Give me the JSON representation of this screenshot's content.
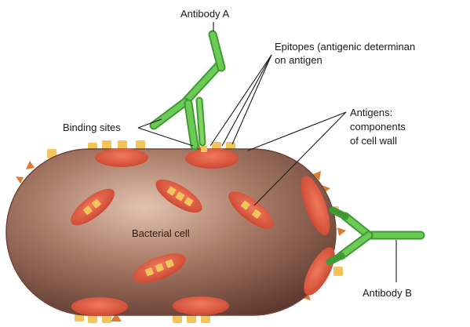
{
  "labels": {
    "antibody_a": "Antibody A",
    "epitopes_line1": "Epitopes (antigenic determinan",
    "epitopes_line2": "on antigen",
    "binding_sites": "Binding sites",
    "antigens_line1": "Antigens:",
    "antigens_line2": "components",
    "antigens_line3": "of cell wall",
    "bacterial_cell": "Bacterial cell",
    "antibody_b": "Antibody B"
  },
  "colors": {
    "cell_body": "#9a6a58",
    "cell_highlight": "#d9b7a4",
    "cell_shadow": "#5e3a30",
    "antigen": "#e0543a",
    "antigen_dark": "#c0392b",
    "epitope": "#f2c45a",
    "antibody": "#5bbf4a",
    "antibody_dark": "#3f9a33"
  }
}
